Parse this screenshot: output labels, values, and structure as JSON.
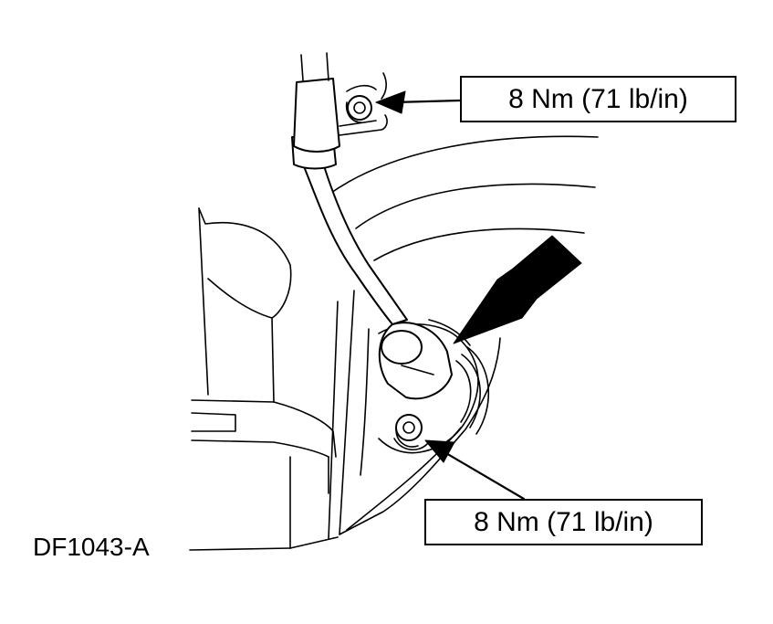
{
  "figure": {
    "id": "DF1043-A",
    "callouts": [
      {
        "label": "8 Nm (71 lb/in)"
      },
      {
        "label": "8 Nm (71 lb/in)"
      }
    ]
  }
}
